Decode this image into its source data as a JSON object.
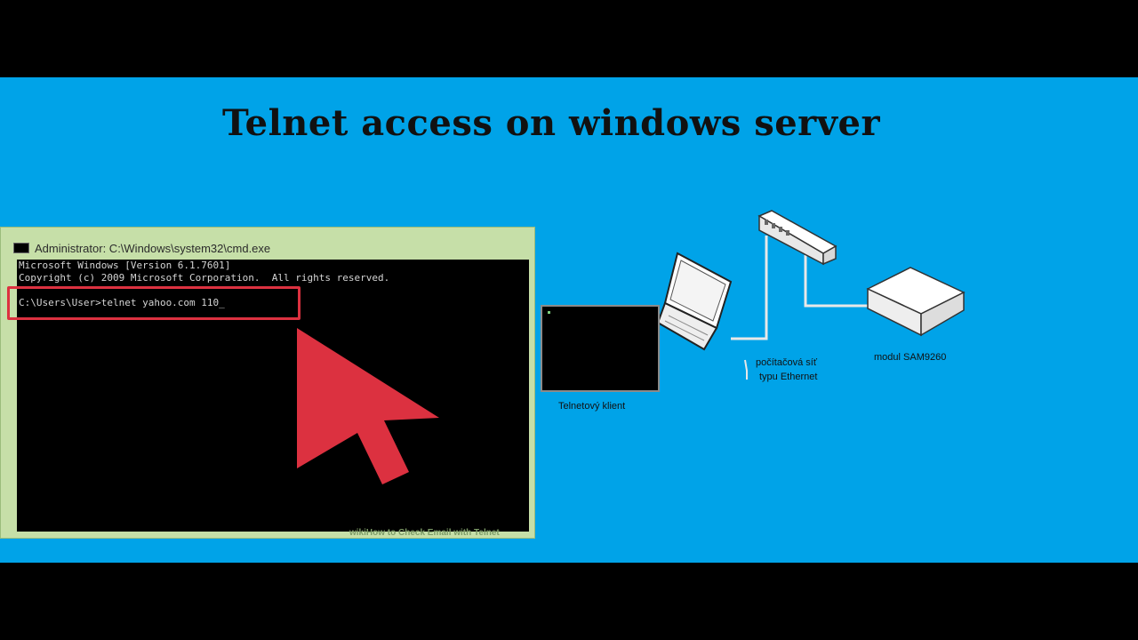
{
  "page": {
    "title": "Telnet access on windows server"
  },
  "cmd_window": {
    "title": "Administrator: C:\\Windows\\system32\\cmd.exe",
    "lines": [
      "Microsoft Windows [Version 6.1.7601]",
      "Copyright (c) 2009 Microsoft Corporation.  All rights reserved."
    ],
    "prompt": "C:\\Users\\User>telnet yahoo.com 110_",
    "watermark": "wikiHow to Check Email with Telnet"
  },
  "diagram": {
    "client_label": "Telnetový klient",
    "network_label_line1": "počítačová síť",
    "network_label_line2": "typu Ethernet",
    "module_label": "modul SAM9260"
  },
  "colors": {
    "background": "#00a3e8",
    "letterbox": "#000000",
    "highlight": "#dc3140",
    "cmd_frame": "#c6dfa8"
  },
  "icons": {
    "cursor": "arrow-cursor-icon",
    "cmd": "cmd-window-icon",
    "laptop": "laptop-icon",
    "switch": "network-switch-icon",
    "module": "module-box-icon"
  }
}
